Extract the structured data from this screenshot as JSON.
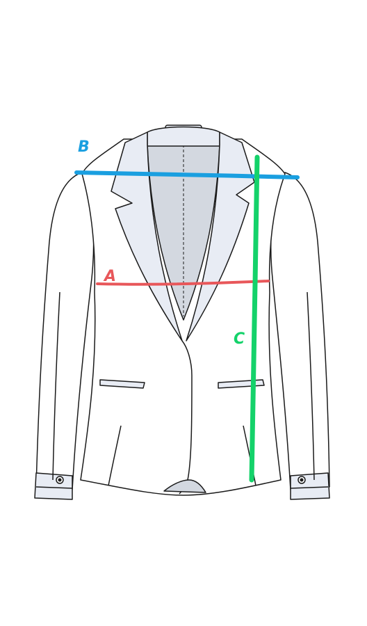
{
  "diagram": {
    "type": "jacket-measurement-guide",
    "colors": {
      "outline": "#1a1a1a",
      "fabric": "#ffffff",
      "lapel": "#e8ecf4",
      "lining": "#d3d8e0",
      "cuff": "#e8ecf4"
    },
    "measurements": [
      {
        "id": "A",
        "label": "A",
        "color": "#e8575a"
      },
      {
        "id": "B",
        "label": "B",
        "color": "#1a9fe0"
      },
      {
        "id": "C",
        "label": "C",
        "color": "#14d26a"
      }
    ]
  }
}
